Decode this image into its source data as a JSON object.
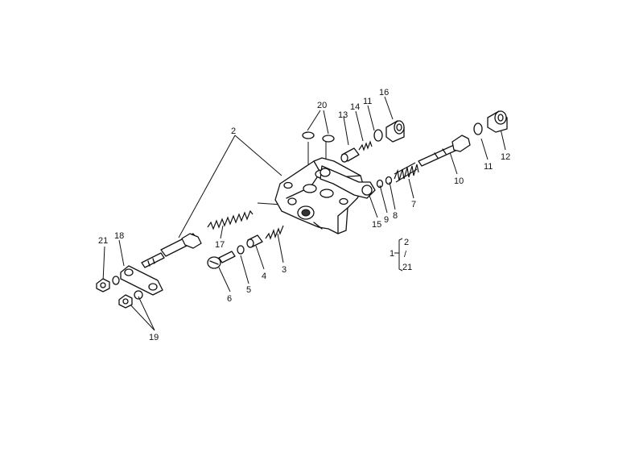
{
  "callouts": [
    {
      "id": "c2",
      "text": "2"
    },
    {
      "id": "c20",
      "text": "20"
    },
    {
      "id": "c16",
      "text": "16"
    },
    {
      "id": "c11a",
      "text": "11"
    },
    {
      "id": "c14",
      "text": "14"
    },
    {
      "id": "c13",
      "text": "13"
    },
    {
      "id": "c12",
      "text": "12"
    },
    {
      "id": "c11b",
      "text": "11"
    },
    {
      "id": "c10",
      "text": "10"
    },
    {
      "id": "c7",
      "text": "7"
    },
    {
      "id": "c8",
      "text": "8"
    },
    {
      "id": "c9",
      "text": "9"
    },
    {
      "id": "c15",
      "text": "15"
    },
    {
      "id": "c17",
      "text": "17"
    },
    {
      "id": "c3",
      "text": "3"
    },
    {
      "id": "c4",
      "text": "4"
    },
    {
      "id": "c5",
      "text": "5"
    },
    {
      "id": "c6",
      "text": "6"
    },
    {
      "id": "c21",
      "text": "21"
    },
    {
      "id": "c18",
      "text": "18"
    },
    {
      "id": "c19",
      "text": "19"
    }
  ],
  "legend": {
    "prefix": "1",
    "top": "2",
    "mid": "/",
    "bottom": "21"
  }
}
